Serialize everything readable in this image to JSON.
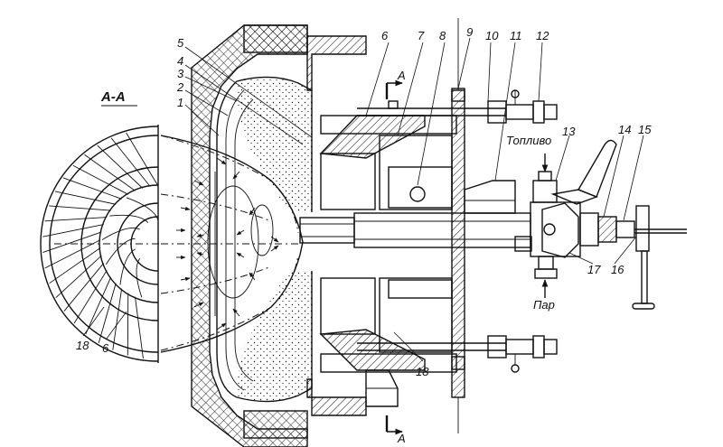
{
  "section_label": "А-А",
  "section_marker": "А",
  "fuel_label": "Топливо",
  "steam_label": "Пар",
  "callouts": [
    "1",
    "2",
    "3",
    "4",
    "5",
    "6",
    "7",
    "8",
    "9",
    "10",
    "11",
    "12",
    "13",
    "14",
    "15",
    "16",
    "17",
    "18"
  ],
  "callouts_aa": [
    "18",
    "6"
  ],
  "callout_lower_18": "18"
}
